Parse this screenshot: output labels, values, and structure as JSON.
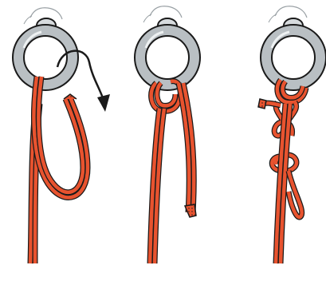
{
  "figure": {
    "panels": [
      {
        "id": "step-1",
        "rope_color": "#e8532f",
        "ring_color": "#b9bfc3"
      },
      {
        "id": "step-2",
        "rope_color": "#e8532f",
        "ring_color": "#b9bfc3"
      },
      {
        "id": "step-3",
        "rope_color": "#e8532f",
        "ring_color": "#b9bfc3"
      }
    ],
    "arrow_icon": "curved-arrow-icon",
    "colors": {
      "rope": "#e8532f",
      "ring": "#b9bfc3",
      "ring_shade": "#8e969b",
      "anchor": "#d7dbde",
      "outline": "#1a1a1a"
    }
  }
}
